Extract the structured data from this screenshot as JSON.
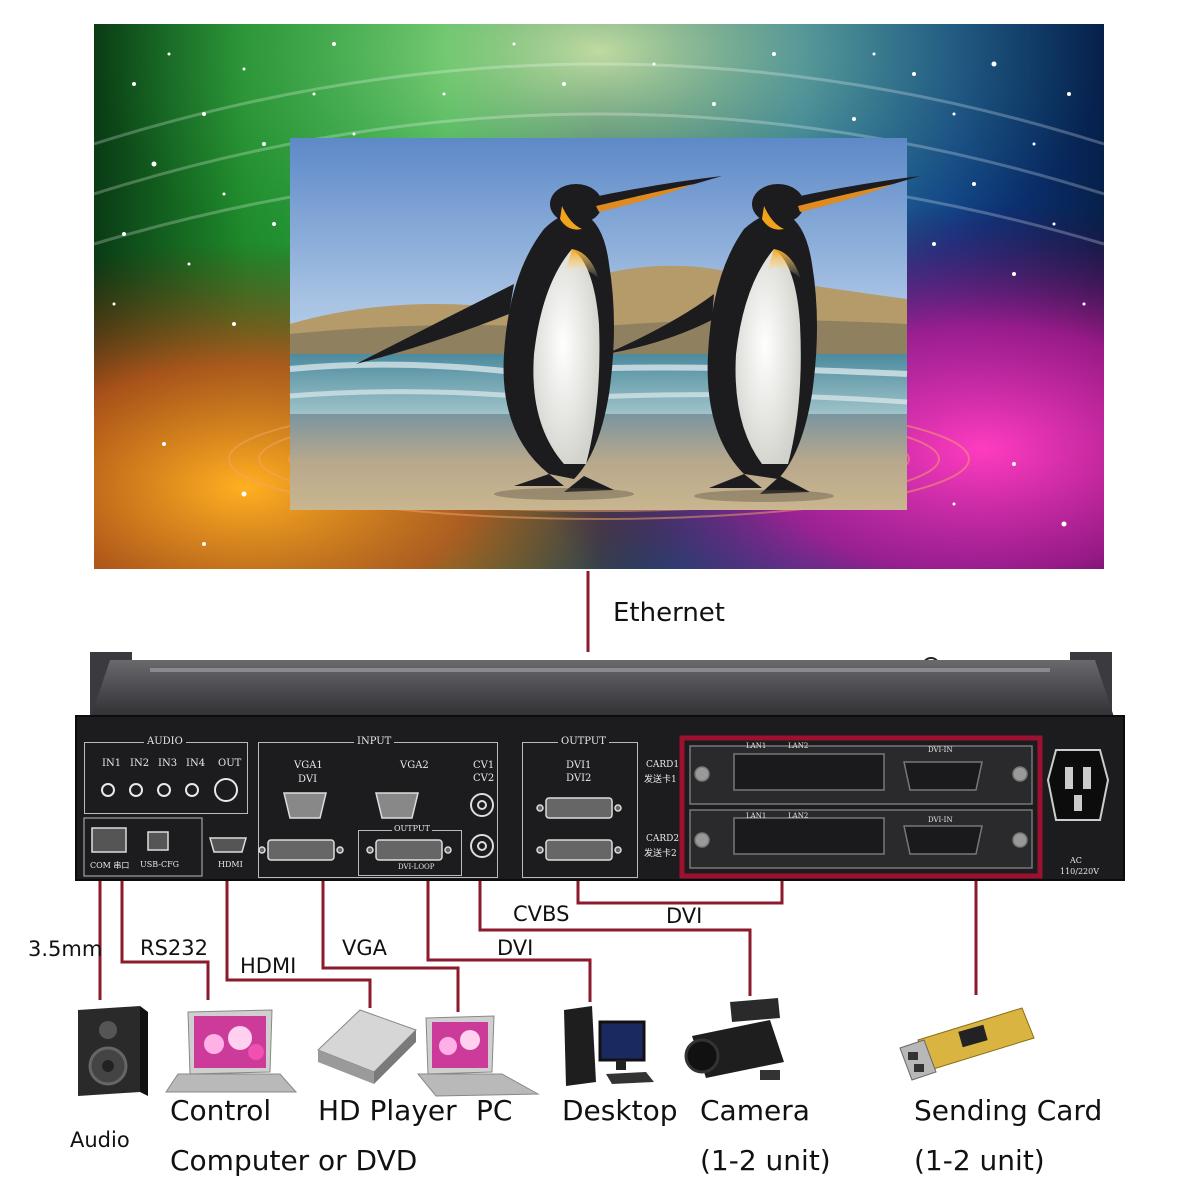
{
  "connection_labels": {
    "ethernet": "Ethernet",
    "cvbs": "CVBS",
    "dvi_top": "DVI",
    "rs232": "RS232",
    "vga": "VGA",
    "dvi_mid": "DVI",
    "hdmi": "HDMI",
    "audio_jack": "3.5mm"
  },
  "panel": {
    "audio": "AUDIO",
    "in1": "IN1",
    "in2": "IN2",
    "in3": "IN3",
    "in4": "IN4",
    "out": "OUT",
    "input": "INPUT",
    "vga1": "VGA1",
    "dvi": "DVI",
    "vga2": "VGA2",
    "cv1": "CV1",
    "cv2": "CV2",
    "output_sub": "OUTPUT",
    "output": "OUTPUT",
    "dvi1": "DVI1",
    "dvi2": "DVI2",
    "card1": "CARD1",
    "card1_cn": "发送卡1",
    "card2": "CARD2",
    "card2_cn": "发送卡2",
    "lan1": "LAN1",
    "lan2": "LAN2",
    "dvi_in": "DVI-IN",
    "com": "COM 串口",
    "usb": "USB-CFG",
    "hdmi": "HDMI",
    "dvi_loop": "DVI-LOOP",
    "ac": "AC",
    "voltage": "110/220V"
  },
  "devices": {
    "audio": "Audio",
    "control_1": "Control",
    "control_2": "Computer",
    "hd_1": "HD Player",
    "hd_2": "or DVD",
    "pc": "PC",
    "desktop": "Desktop",
    "camera_1": "Camera",
    "camera_2": "(1-2 unit)",
    "sending_1": "Sending Card",
    "sending_2": "(1-2 unit)"
  },
  "colors": {
    "wire": "#8b1a2b",
    "card_border": "#9c1030",
    "panel": "#1c1c1e"
  }
}
